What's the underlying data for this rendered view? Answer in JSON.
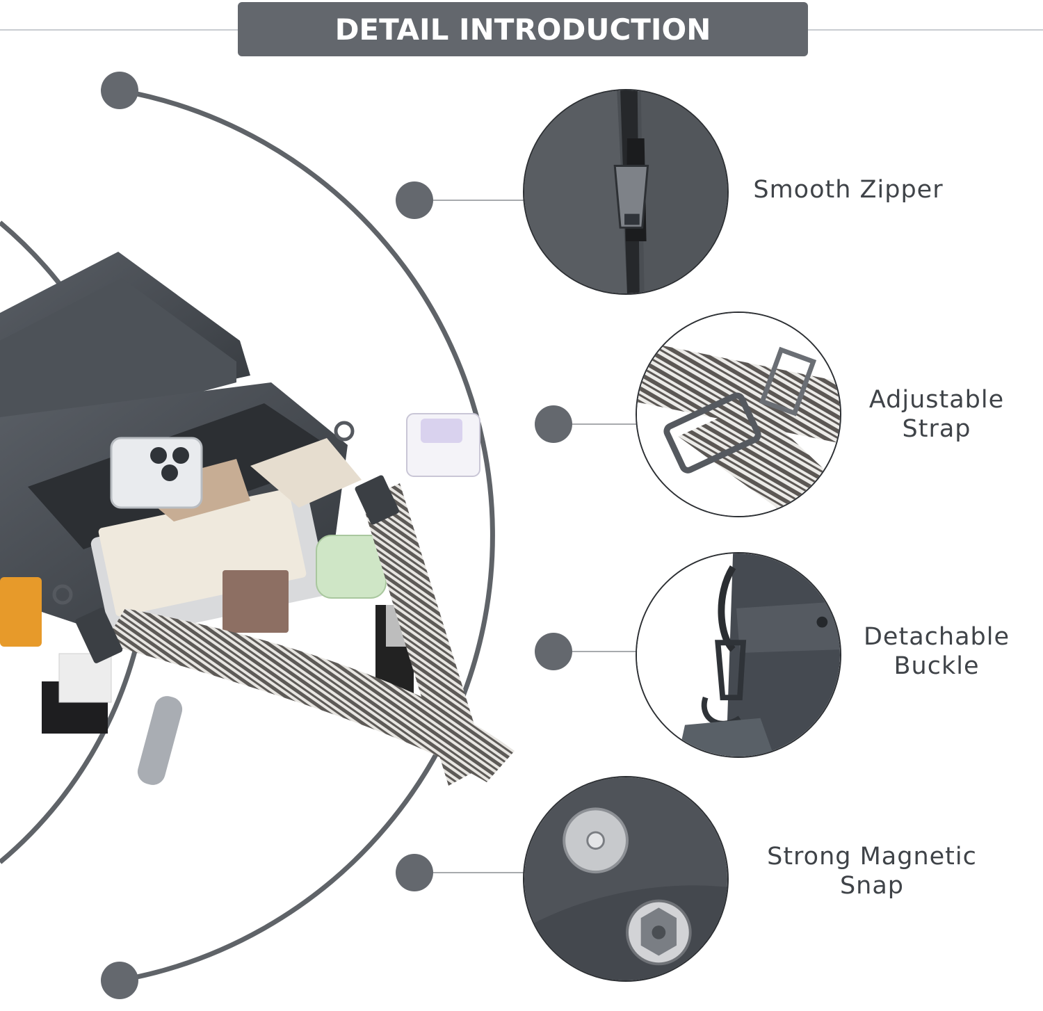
{
  "header": {
    "title": "DETAIL INTRODUCTION"
  },
  "colors": {
    "banner": "#63676d",
    "arc": "#5f6368",
    "node": "#64686e",
    "leather": "#3e4247",
    "text": "#3f4348"
  },
  "features": [
    {
      "icon": "zipper-icon",
      "lines": [
        "Smooth Zipper"
      ]
    },
    {
      "icon": "strap-buckle-icon",
      "lines": [
        "Adjustable",
        "Strap"
      ]
    },
    {
      "icon": "swivel-clasp-icon",
      "lines": [
        "Detachable",
        "Buckle"
      ]
    },
    {
      "icon": "magnetic-snap-icon",
      "lines": [
        "Strong Magnetic",
        "Snap"
      ]
    }
  ]
}
